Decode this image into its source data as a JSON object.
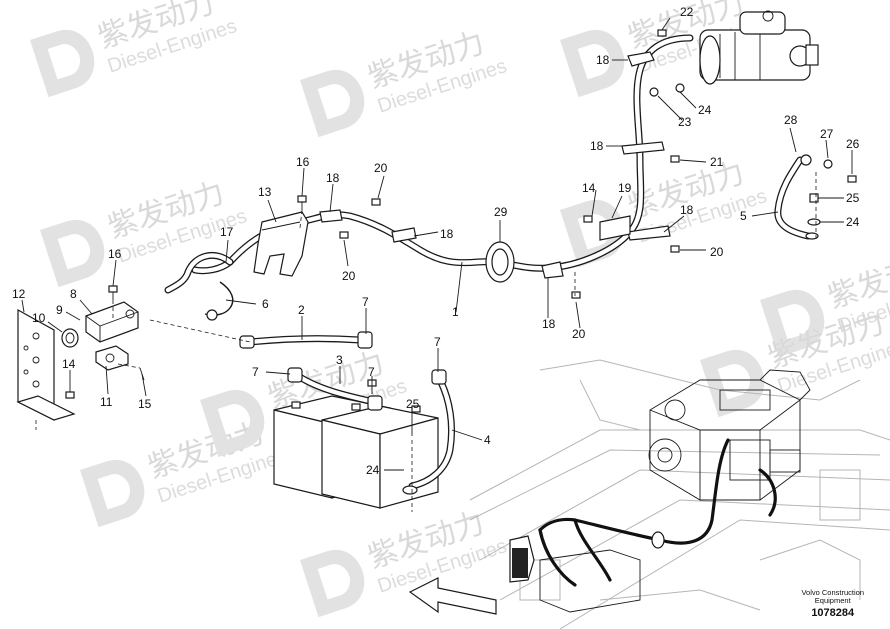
{
  "watermark": {
    "brand_cn": "紫发动力",
    "brand_en": "Diesel-Engines"
  },
  "callouts": [
    "1",
    "2",
    "3",
    "4",
    "5",
    "6",
    "7",
    "8",
    "9",
    "10",
    "11",
    "12",
    "13",
    "14",
    "15",
    "16",
    "17",
    "18",
    "19",
    "20",
    "21",
    "22",
    "23",
    "24",
    "25",
    "26",
    "27",
    "28",
    "29"
  ],
  "footer": {
    "company_line1": "Volvo Construction",
    "company_line2": "Equipment",
    "drawing_number": "1078284"
  }
}
